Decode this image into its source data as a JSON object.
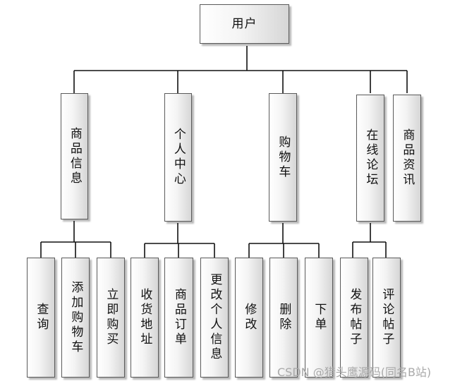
{
  "root": {
    "label": "用户"
  },
  "modules": [
    {
      "id": "goods-info",
      "label": "商品信息",
      "children": [
        {
          "id": "search",
          "label": "查询"
        },
        {
          "id": "add-cart",
          "label": "添加购物车"
        },
        {
          "id": "buy-now",
          "label": "立即购买"
        }
      ]
    },
    {
      "id": "personal-center",
      "label": "个人中心",
      "children": [
        {
          "id": "shipping-address",
          "label": "收货地址"
        },
        {
          "id": "goods-orders",
          "label": "商品订单"
        },
        {
          "id": "edit-personal-info",
          "label": "更改个人信息"
        }
      ]
    },
    {
      "id": "cart",
      "label": "购物车",
      "children": [
        {
          "id": "modify",
          "label": "修改"
        },
        {
          "id": "delete",
          "label": "删除"
        },
        {
          "id": "place-order",
          "label": "下单"
        }
      ]
    },
    {
      "id": "forum",
      "label": "在线论坛",
      "children": [
        {
          "id": "publish-post",
          "label": "发布帖子"
        },
        {
          "id": "comment-post",
          "label": "评论帖子"
        }
      ]
    },
    {
      "id": "goods-news",
      "label": "商品资讯",
      "children": []
    }
  ],
  "watermark": "CSDN @猎头鹰源码(同名B站)",
  "colors": {
    "line": "#111111",
    "border": "#5a5a5a",
    "watermark": "#a9a9a9"
  }
}
